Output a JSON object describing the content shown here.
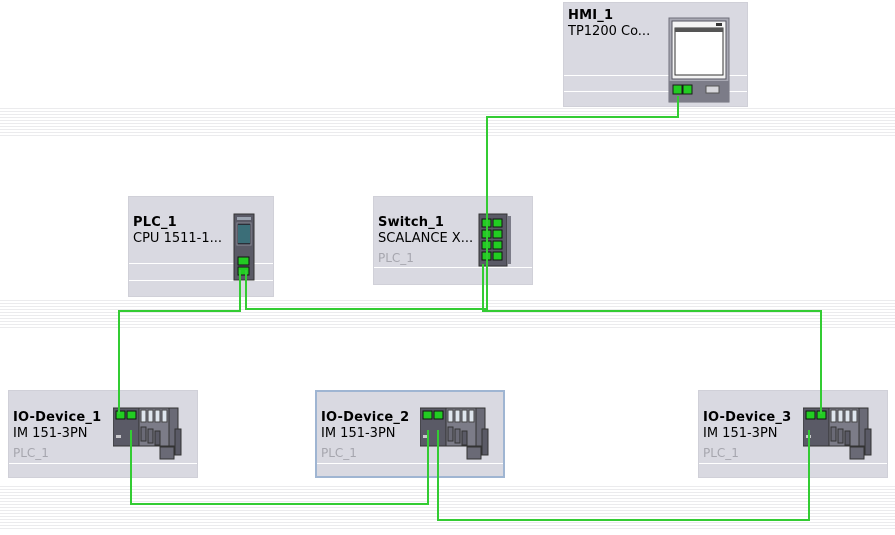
{
  "devices": {
    "hmi": {
      "name": "HMI_1",
      "type": "TP1200 Co..."
    },
    "plc": {
      "name": "PLC_1",
      "type": "CPU 1511-1..."
    },
    "switch": {
      "name": "Switch_1",
      "type": "SCALANCE  X...",
      "subnet": "PLC_1"
    },
    "io1": {
      "name": "IO-Device_1",
      "type": "IM 151-3PN",
      "subnet": "PLC_1"
    },
    "io2": {
      "name": "IO-Device_2",
      "type": "IM 151-3PN",
      "subnet": "PLC_1"
    },
    "io3": {
      "name": "IO-Device_3",
      "type": "IM 151-3PN",
      "subnet": "PLC_1"
    }
  },
  "colors": {
    "profinet_line": "#33cc33",
    "node_background": "#d9d9e1",
    "selection_border": "#9fb5d2"
  }
}
